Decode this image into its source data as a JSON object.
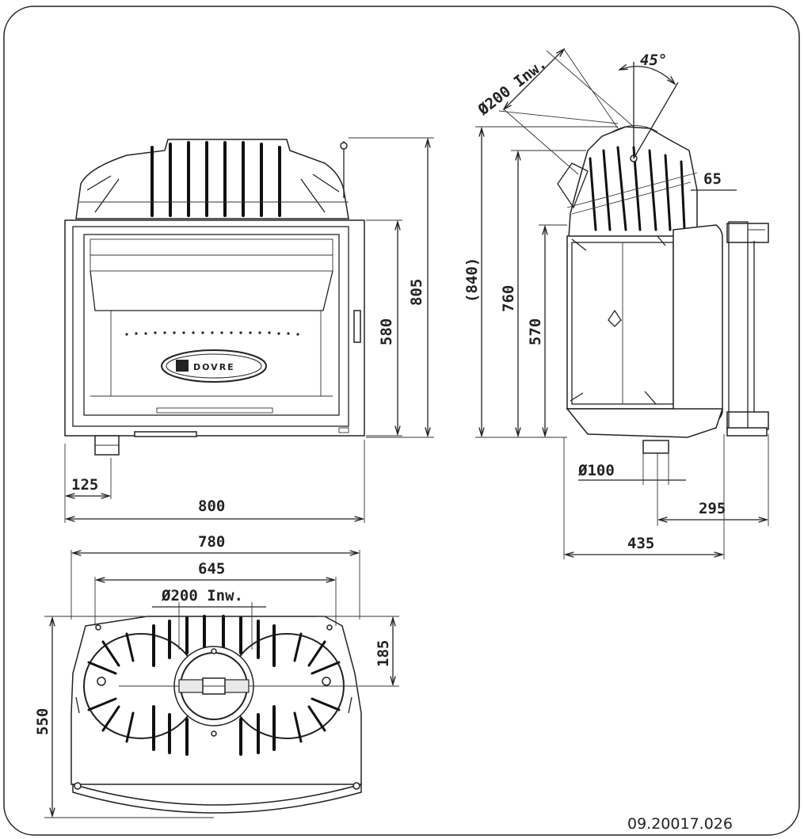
{
  "front_view": {
    "width_label": "800",
    "flue_offset_label": "125",
    "door_height_label": "580",
    "total_height_label": "805",
    "brand_label": "DOVRE"
  },
  "side_view": {
    "angle_label": "45°",
    "flue_diameter_label": "Ø200 Inw.",
    "height_label_outer": "(840)",
    "height_label_mid": "760",
    "height_label_inner": "570",
    "offset_label": "65",
    "air_inlet_label": "Ø100",
    "depth_label_small": "295",
    "depth_label_total": "435"
  },
  "top_view": {
    "width_outer_label": "780",
    "width_inner_label": "645",
    "flue_diameter_label": "Ø200  Inw.",
    "flue_offset_label": "185",
    "depth_label": "550"
  },
  "drawing_number": "09.20017.026"
}
